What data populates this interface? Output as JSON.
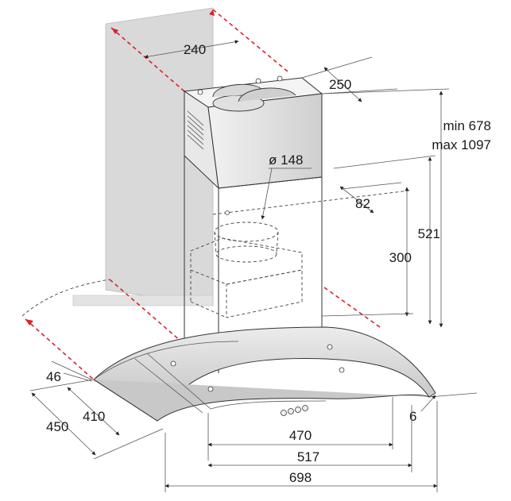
{
  "dimensions": {
    "wall_width": "240",
    "chimney_depth": "250",
    "height_min": "min 678",
    "height_max": "max 1097",
    "duct_diameter": "ø 148",
    "outlet_offset": "82",
    "outlet_height": "300",
    "chimney_height": "521",
    "glass_height": "46",
    "depth_inner": "410",
    "depth_outer": "450",
    "glass_thickness": "6",
    "width_inner": "470",
    "width_mid": "517",
    "width_total": "698"
  },
  "colors": {
    "wall": "#d9d9d9",
    "arrow_red": "#d8232a",
    "line": "#333333",
    "glass": "#d4d4d4"
  }
}
